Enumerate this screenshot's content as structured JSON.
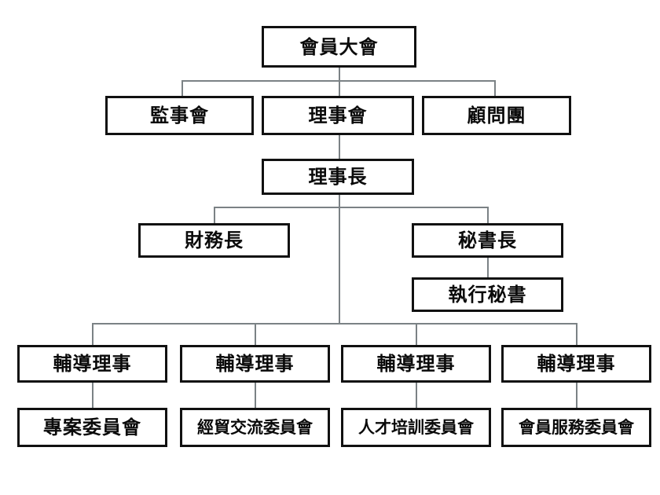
{
  "chart": {
    "type": "org-chart",
    "title": "",
    "theme": {
      "box_border_color": "#111111",
      "box_fill_color": "#ffffff",
      "connector_color": "#7b8285",
      "text_color": "#0a0a0a",
      "background": "#ffffff"
    },
    "levels": [
      {
        "level": 1,
        "nodes": [
          {
            "id": "general-assembly",
            "label": "會員大會"
          }
        ]
      },
      {
        "level": 2,
        "nodes": [
          {
            "id": "board-of-supervisors",
            "label": "監事會"
          },
          {
            "id": "board-of-directors",
            "label": "理事會"
          },
          {
            "id": "advisory-group",
            "label": "顧問團"
          }
        ]
      },
      {
        "level": 3,
        "nodes": [
          {
            "id": "chairman",
            "label": "理事長"
          }
        ]
      },
      {
        "level": 4,
        "nodes": [
          {
            "id": "treasurer",
            "label": "財務長"
          },
          {
            "id": "secretary-general",
            "label": "秘書長"
          }
        ]
      },
      {
        "level": 5,
        "nodes": [
          {
            "id": "executive-secretary",
            "label": "執行秘書"
          }
        ]
      },
      {
        "level": 6,
        "nodes": [
          {
            "id": "advisory-director-1",
            "label": "輔導理事"
          },
          {
            "id": "advisory-director-2",
            "label": "輔導理事"
          },
          {
            "id": "advisory-director-3",
            "label": "輔導理事"
          },
          {
            "id": "advisory-director-4",
            "label": "輔導理事"
          }
        ]
      },
      {
        "level": 7,
        "nodes": [
          {
            "id": "project-committee",
            "label": "專案委員會"
          },
          {
            "id": "trade-exchange-committee",
            "label": "經貿交流委員會"
          },
          {
            "id": "talent-training-committee",
            "label": "人才培訓委員會"
          },
          {
            "id": "member-services-committee",
            "label": "會員服務委員會"
          }
        ]
      }
    ],
    "edges": [
      {
        "from": "general-assembly",
        "to": "board-of-supervisors"
      },
      {
        "from": "general-assembly",
        "to": "board-of-directors"
      },
      {
        "from": "general-assembly",
        "to": "advisory-group"
      },
      {
        "from": "board-of-directors",
        "to": "chairman"
      },
      {
        "from": "chairman",
        "to": "treasurer"
      },
      {
        "from": "chairman",
        "to": "secretary-general"
      },
      {
        "from": "secretary-general",
        "to": "executive-secretary"
      },
      {
        "from": "chairman",
        "to": "advisory-director-1"
      },
      {
        "from": "chairman",
        "to": "advisory-director-2"
      },
      {
        "from": "chairman",
        "to": "advisory-director-3"
      },
      {
        "from": "chairman",
        "to": "advisory-director-4"
      },
      {
        "from": "advisory-director-1",
        "to": "project-committee"
      },
      {
        "from": "advisory-director-2",
        "to": "trade-exchange-committee"
      },
      {
        "from": "advisory-director-3",
        "to": "talent-training-committee"
      },
      {
        "from": "advisory-director-4",
        "to": "member-services-committee"
      }
    ]
  }
}
